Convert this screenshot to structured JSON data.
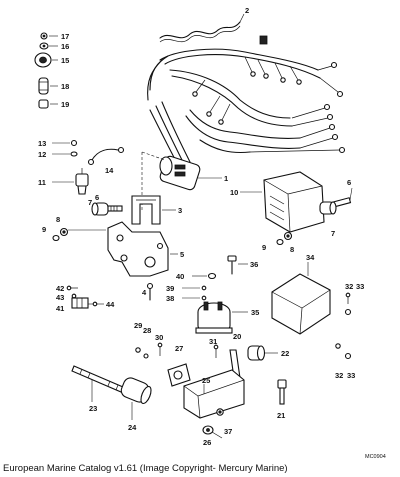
{
  "diagram": {
    "caption": "European Marine Catalog v1.61 (Image Copyright- Mercury Marine)",
    "drawing_code": "MC0904",
    "callouts": [
      "1",
      "2",
      "3",
      "4",
      "5",
      "6",
      "6",
      "7",
      "7",
      "8",
      "8",
      "9",
      "9",
      "10",
      "11",
      "12",
      "13",
      "14",
      "15",
      "16",
      "17",
      "18",
      "19",
      "20",
      "21",
      "22",
      "23",
      "24",
      "25",
      "26",
      "27",
      "28",
      "29",
      "30",
      "31",
      "32",
      "32",
      "33",
      "33",
      "34",
      "35",
      "36",
      "37",
      "38",
      "39",
      "40",
      "41",
      "42",
      "43",
      "44"
    ]
  }
}
